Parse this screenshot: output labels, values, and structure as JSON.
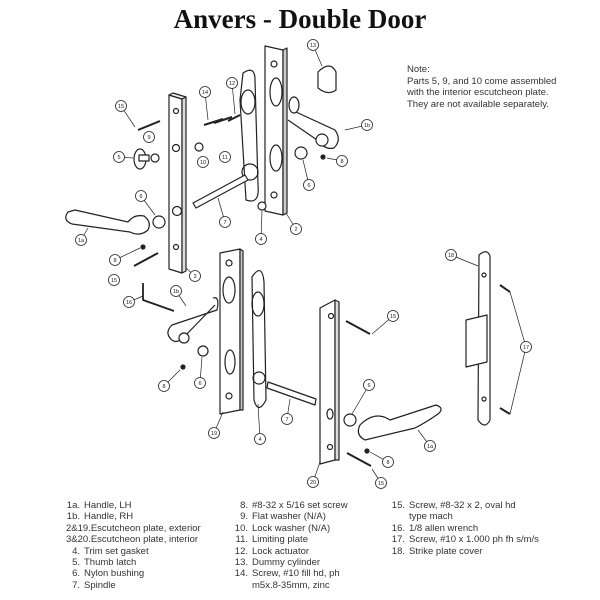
{
  "title": "Anvers - Double Door",
  "note": {
    "heading": "Note:",
    "text": "Parts 5, 9, and 10 come assembled with the interior escutcheon plate. They are not available separately."
  },
  "callouts": [
    "13",
    "15",
    "9",
    "5",
    "14",
    "12",
    "10",
    "11",
    "1b",
    "8",
    "6",
    "4",
    "7",
    "2",
    "6",
    "1a",
    "8",
    "15",
    "3",
    "16",
    "1b",
    "8",
    "6",
    "19",
    "4",
    "7",
    "20",
    "15",
    "6",
    "1a",
    "8",
    "15",
    "18",
    "17"
  ],
  "legend": {
    "col1": [
      {
        "num": "1a.",
        "text": "Handle, LH"
      },
      {
        "num": "1b.",
        "text": "Handle, RH"
      },
      {
        "num": "",
        "text": "2&19.Escutcheon plate, exterior"
      },
      {
        "num": "",
        "text": "3&20.Escutcheon plate, interior"
      },
      {
        "num": "4.",
        "text": "Trim set gasket"
      },
      {
        "num": "5.",
        "text": "Thumb latch"
      },
      {
        "num": "6.",
        "text": "Nylon bushing"
      },
      {
        "num": "7.",
        "text": "Spindle"
      }
    ],
    "col2": [
      {
        "num": "8.",
        "text": "#8-32 x 5/16 set screw"
      },
      {
        "num": "9.",
        "text": "Flat washer (N/A)"
      },
      {
        "num": "10.",
        "text": "Lock washer (N/A)"
      },
      {
        "num": "11.",
        "text": "Limiting plate"
      },
      {
        "num": "12.",
        "text": "Lock actuator"
      },
      {
        "num": "13.",
        "text": "Dummy cylinder"
      },
      {
        "num": "14.",
        "text": "Screw, #10 fill hd, ph"
      },
      {
        "num": "",
        "text": "m5x.8-35mm, zinc"
      }
    ],
    "col3": [
      {
        "num": "15.",
        "text": "Screw, #8-32 x 2, oval hd"
      },
      {
        "num": "",
        "text": "type mach"
      },
      {
        "num": "16.",
        "text": "1/8 allen wrench"
      },
      {
        "num": "17.",
        "text": "Screw, #10 x 1.000 ph fh s/m/s"
      },
      {
        "num": "18.",
        "text": "Strike plate cover"
      }
    ]
  }
}
